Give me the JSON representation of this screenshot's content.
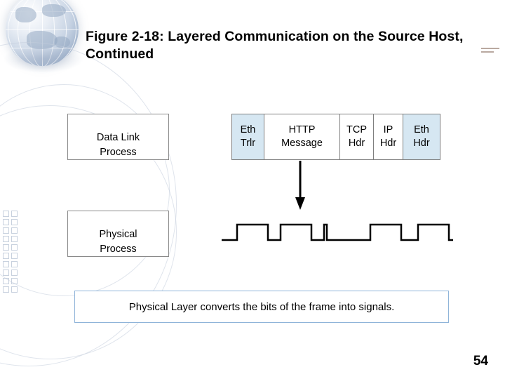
{
  "slide": {
    "title": "Figure 2-18: Layered Communication on the Source Host, Continued",
    "page_number": "54"
  },
  "processes": [
    {
      "name": "data-link-process",
      "line1": "Data Link",
      "line2": "Process"
    },
    {
      "name": "physical-process",
      "line1": "Physical",
      "line2": "Process"
    }
  ],
  "frame": {
    "cells": [
      {
        "name": "eth-trailer",
        "line1": "Eth",
        "line2": "Trlr",
        "tint": "#d6e7f2"
      },
      {
        "name": "http-message",
        "line1": "HTTP",
        "line2": "Message",
        "tint": "#ffffff"
      },
      {
        "name": "tcp-header",
        "line1": "TCP",
        "line2": "Hdr",
        "tint": "#ffffff"
      },
      {
        "name": "ip-header",
        "line1": "IP",
        "line2": "Hdr",
        "tint": "#ffffff"
      },
      {
        "name": "eth-header",
        "line1": "Eth",
        "line2": "Hdr",
        "tint": "#d6e7f2"
      }
    ]
  },
  "caption": {
    "text": "Physical Layer converts the bits of the frame into signals."
  },
  "colors": {
    "frame_tint": "#d6e7f2",
    "caption_border": "#8fb4d9",
    "box_border": "#8a8a8a",
    "line": "#000000"
  },
  "icons": {
    "down_arrow": "down-arrow-icon",
    "waveform": "square-wave-icon",
    "globe": "globe-icon"
  }
}
